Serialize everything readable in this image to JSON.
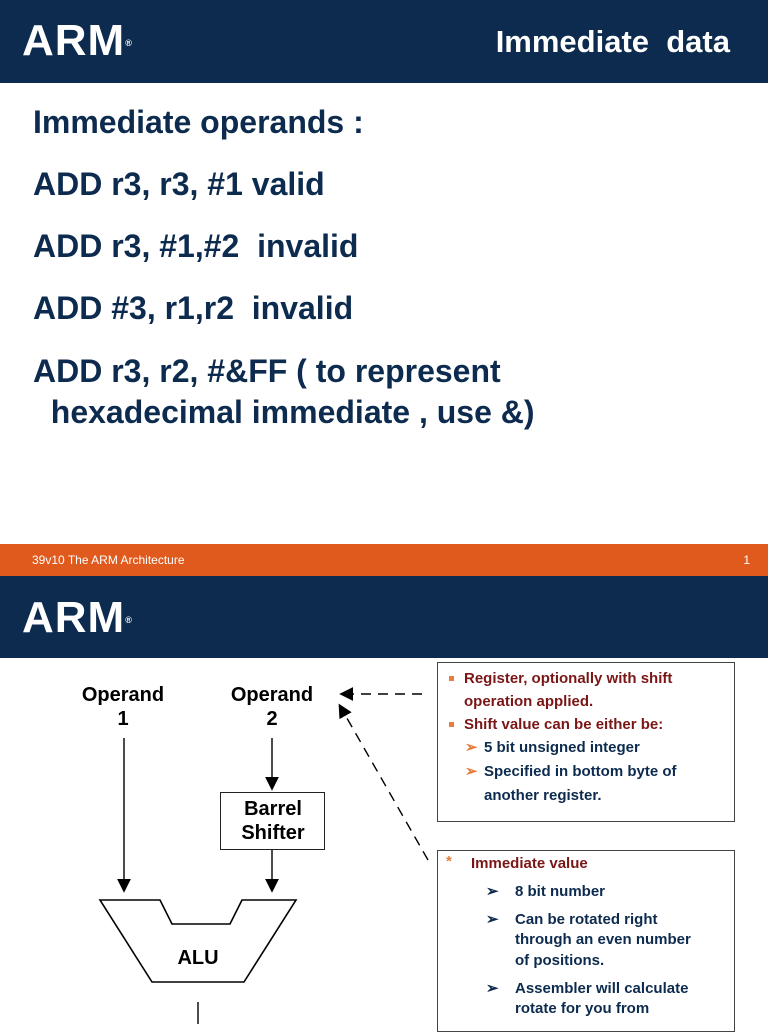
{
  "slide1": {
    "logo": "ARM",
    "logo_mark": "®",
    "title": "Immediate  data",
    "lines": [
      "Immediate operands :",
      "ADD r3, r3, #1 valid",
      "ADD r3, #1,#2  invalid",
      "ADD #3, r1,r2  invalid",
      "ADD r3, r2, #&FF ( to represent",
      "  hexadecimal immediate , use &)"
    ],
    "footer_left": "39v10 The ARM Architecture",
    "footer_right": "1"
  },
  "slide2": {
    "logo": "ARM",
    "logo_mark": "®",
    "operand1": [
      "Operand",
      "1"
    ],
    "operand2": [
      "Operand",
      "2"
    ],
    "barrel": [
      "Barrel",
      "Shifter"
    ],
    "alu": "ALU",
    "box1": {
      "items": [
        "Register, optionally with shift",
        "operation applied.",
        "Shift value can be either be:"
      ],
      "subitems": [
        "5 bit unsigned integer",
        "Specified in bottom byte of",
        "another register."
      ]
    },
    "box2": {
      "star": "*",
      "heading": "Immediate value",
      "subitems": [
        "8 bit number",
        "Can be rotated right",
        "through an even number",
        "of positions.",
        "Assembler will calculate",
        "rotate for you from"
      ]
    }
  },
  "colors": {
    "header": "#0d2b4e",
    "footer": "#e05a1e",
    "text_dark": "#0d2b4e",
    "accent_red": "#7a1616",
    "bullet": "#e87d3b"
  }
}
